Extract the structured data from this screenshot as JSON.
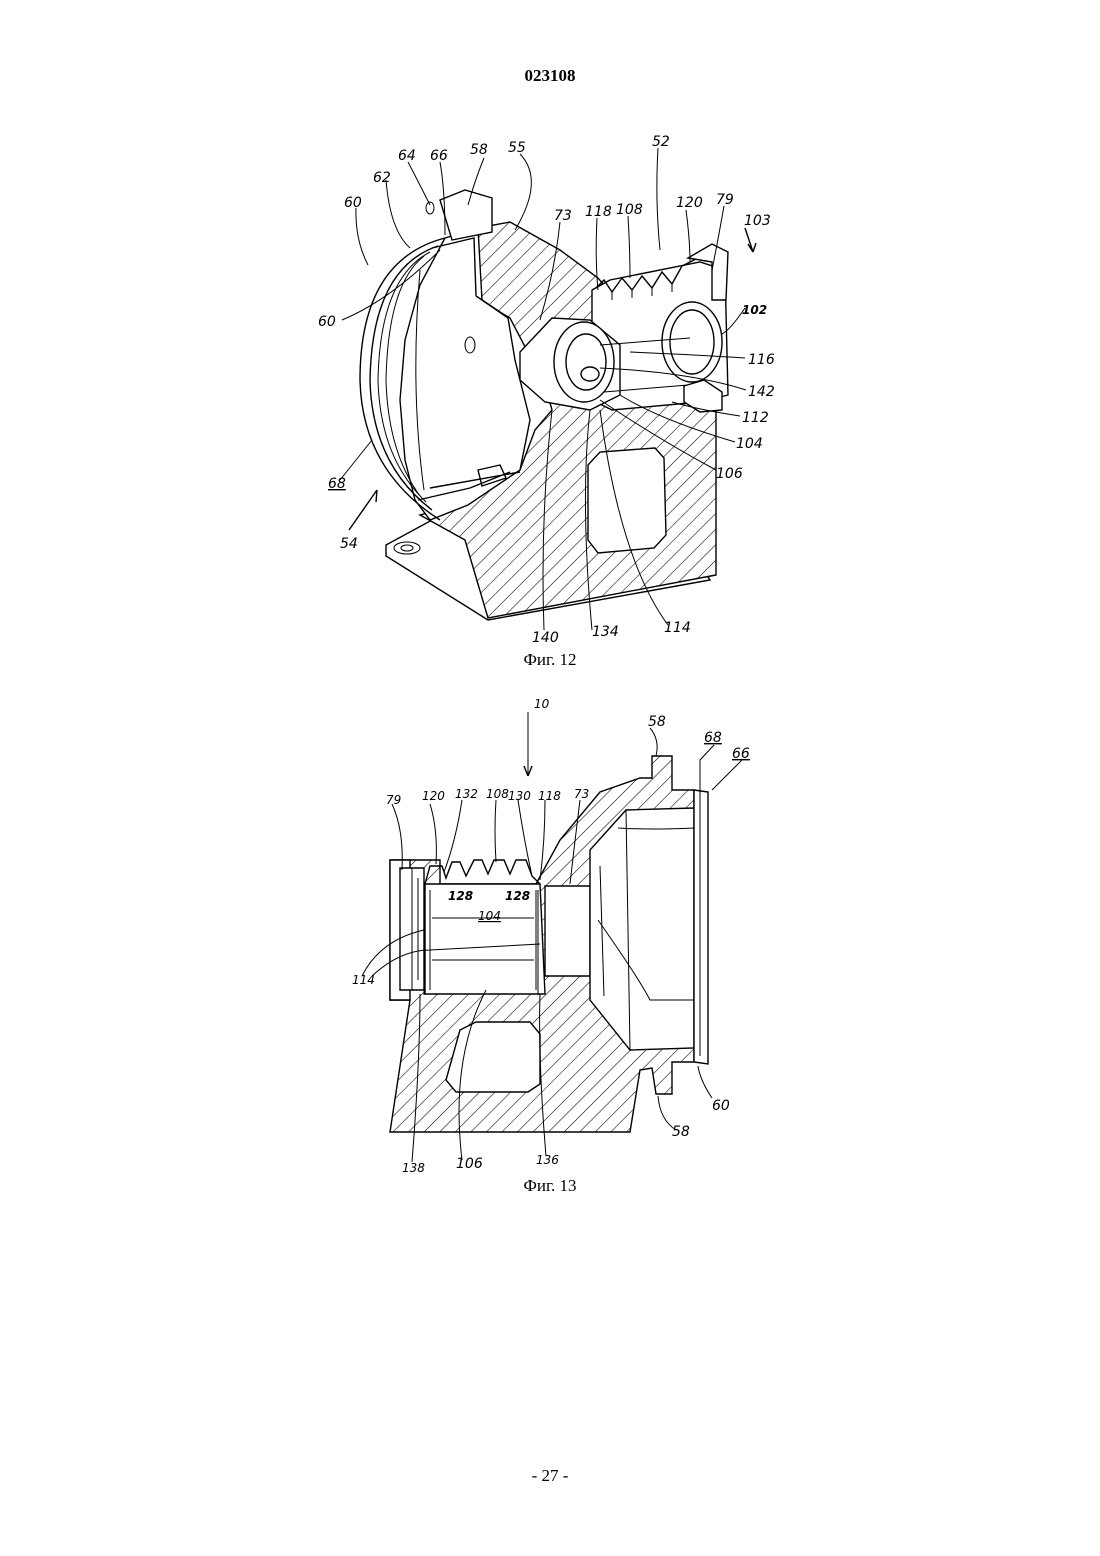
{
  "header": {
    "doc_number": "023108"
  },
  "figure12": {
    "caption": "Фиг. 12",
    "labels": [
      "64",
      "66",
      "58",
      "55",
      "52",
      "62",
      "60",
      "73",
      "118",
      "108",
      "120",
      "79",
      "103",
      "102",
      "60",
      "116",
      "142",
      "112",
      "104",
      "106",
      "68",
      "54",
      "140",
      "134",
      "114"
    ]
  },
  "figure13": {
    "caption": "Фиг. 13",
    "labels": [
      "10",
      "58",
      "68",
      "66",
      "79",
      "120",
      "132",
      "108",
      "130",
      "118",
      "73",
      "128",
      "128",
      "104",
      "114",
      "60",
      "58",
      "138",
      "106",
      "136"
    ]
  },
  "footer": {
    "page_number": "- 27 -"
  }
}
